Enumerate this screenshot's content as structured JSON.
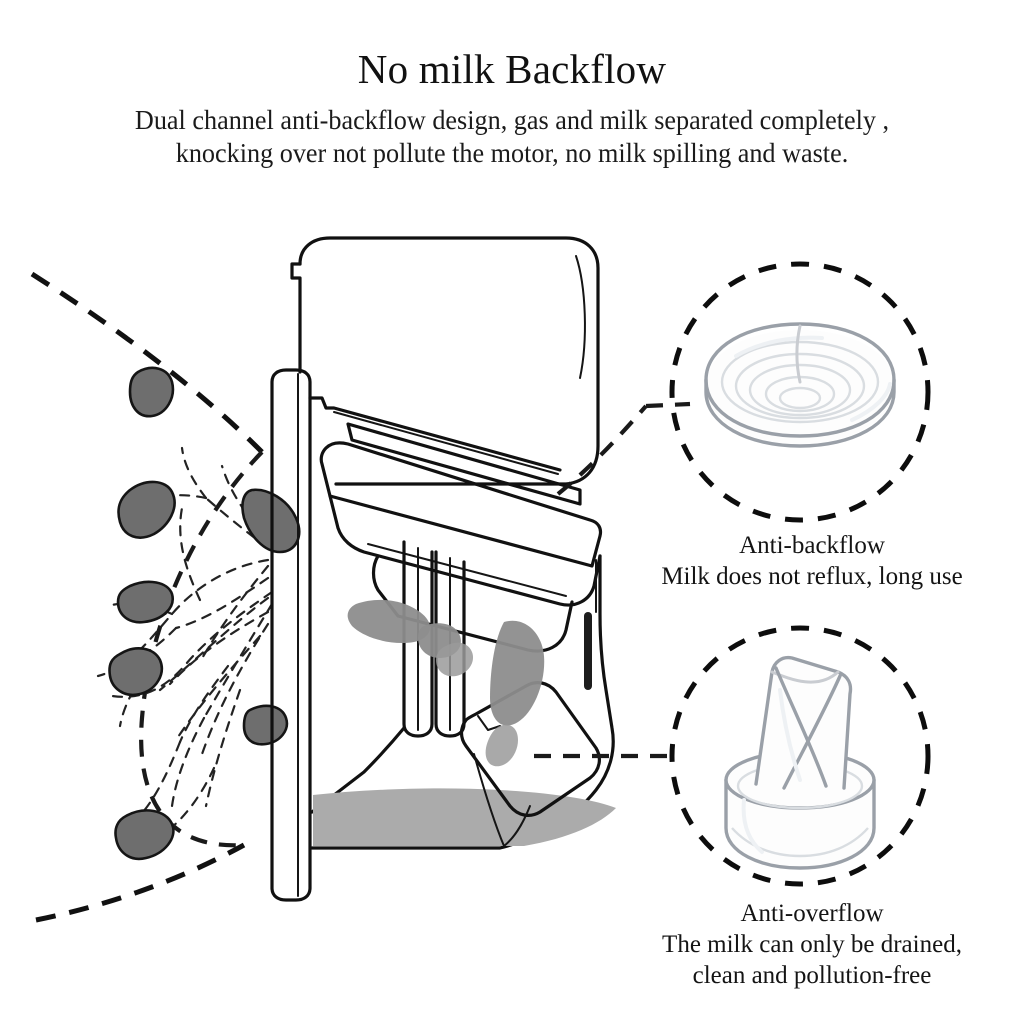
{
  "header": {
    "title": "No milk Backflow",
    "subtitle_lines": [
      "Dual channel anti-backflow design, gas and milk separated completely ,",
      "knocking over not pollute the motor, no milk spilling and waste."
    ]
  },
  "callouts": [
    {
      "id": "anti-backflow",
      "heading": "Anti-backflow",
      "description_lines": [
        "Milk does not reflux, long use"
      ],
      "part_icon": "silicone-diaphragm-disc-icon"
    },
    {
      "id": "anti-overflow",
      "heading": "Anti-overflow",
      "description_lines": [
        "The milk can only be drained,",
        "clean and pollution-free"
      ],
      "part_icon": "duckbill-valve-icon"
    }
  ],
  "diagram": {
    "name": "wearable-breast-pump-cutaway",
    "parts": [
      {
        "name": "motor-housing",
        "icon": "motor-unit-icon"
      },
      {
        "name": "flange-wall",
        "icon": "flange-icon"
      },
      {
        "name": "diaphragm-assembly",
        "icon": "diaphragm-icon"
      },
      {
        "name": "air-channel-tubes",
        "icon": "dual-channel-icon"
      },
      {
        "name": "duckbill-valve",
        "icon": "duckbill-valve-icon"
      },
      {
        "name": "milk-collection-cup",
        "icon": "milk-cup-icon"
      },
      {
        "name": "milk-pool",
        "icon": "milk-liquid-icon"
      },
      {
        "name": "breast-tissue",
        "icon": "breast-outline-icon"
      },
      {
        "name": "milk-ducts",
        "icon": "duct-network-icon"
      },
      {
        "name": "milk-lobules",
        "icon": "lobule-icon"
      }
    ]
  },
  "colors": {
    "background": "#ffffff",
    "ink": "#111111",
    "milk_gray": "#ababab",
    "lobule_gray": "#6e6e6e",
    "droplet_gray": "#8d8d8d"
  }
}
